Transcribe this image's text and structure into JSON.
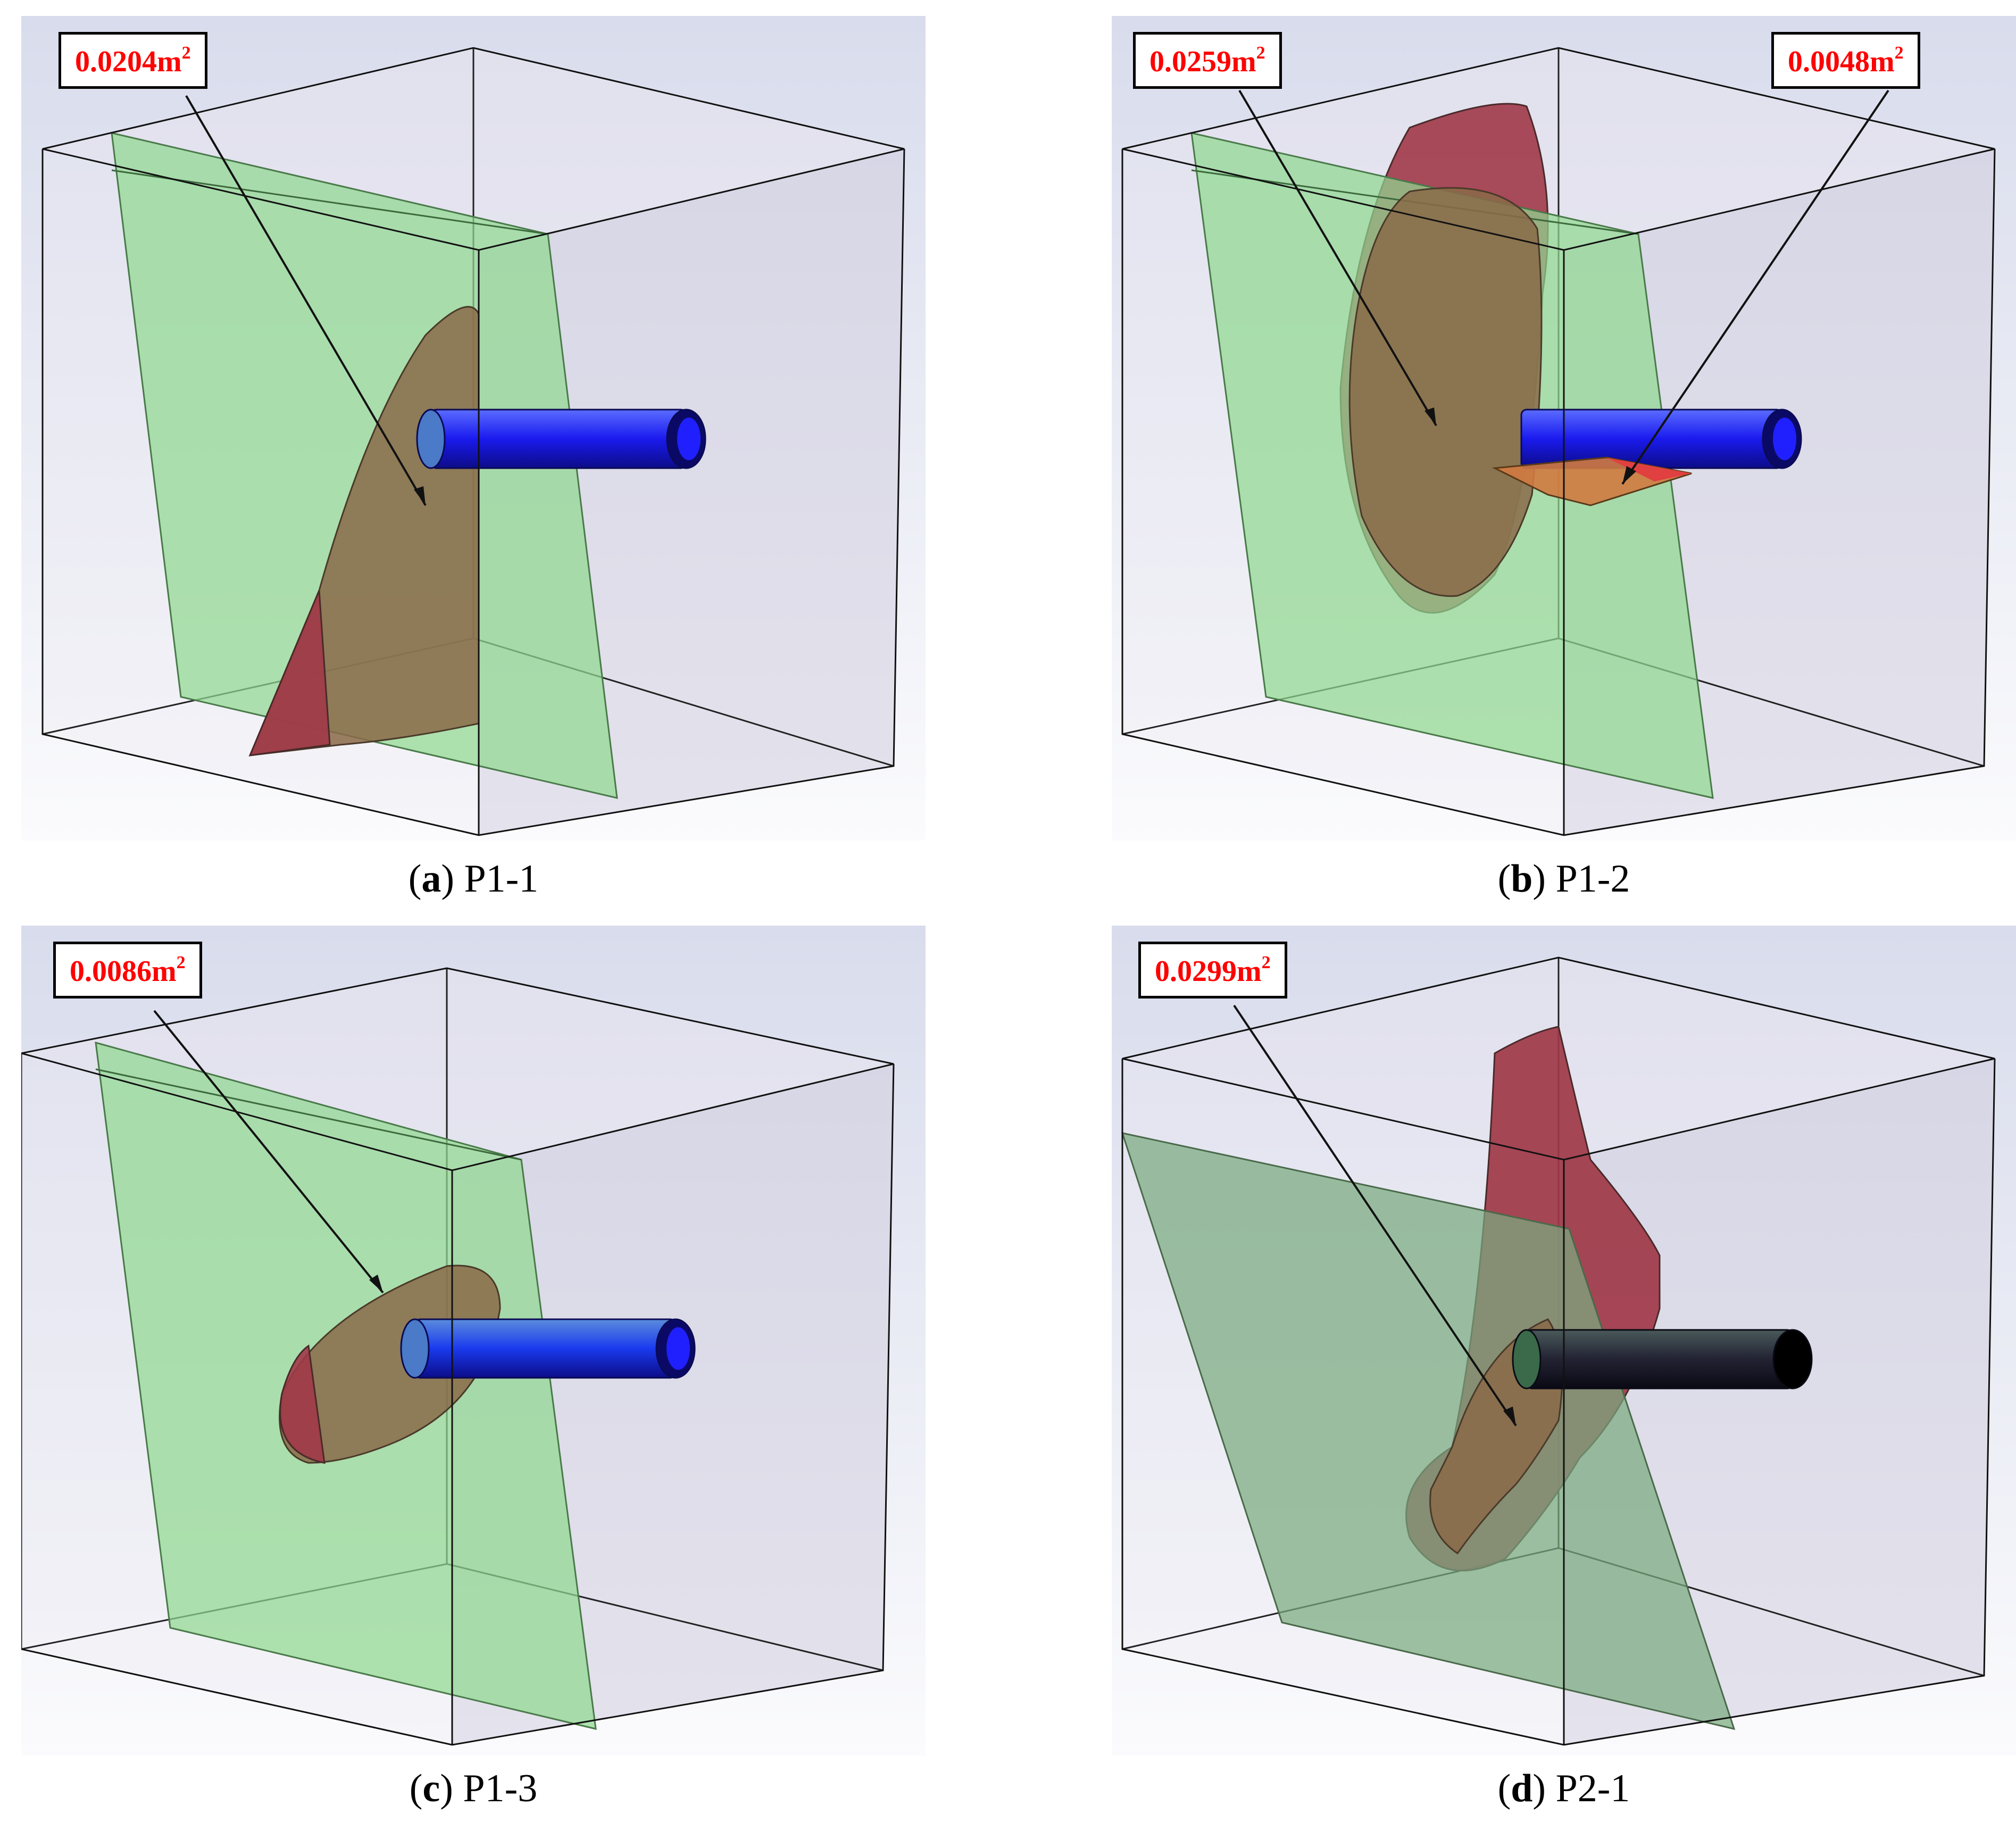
{
  "colors": {
    "plane": "#90d890",
    "fracture": "#a03848",
    "pipe": "#1a1aee",
    "pipe_dark": "#222233",
    "callout_text": "#ff0000",
    "background_top": "#d8dcec",
    "background_bottom": "#fbfbfd"
  },
  "panels": [
    {
      "id": "a",
      "area_value": "0.0204m",
      "area_exp": "2",
      "caption_letter": "a",
      "caption_text": "P1-1"
    },
    {
      "id": "b",
      "area_value": "0.0259m",
      "area_exp": "2",
      "area2_value": "0.0048m",
      "area2_exp": "2",
      "caption_letter": "b",
      "caption_text": "P1-2"
    },
    {
      "id": "c",
      "area_value": "0.0086m",
      "area_exp": "2",
      "caption_letter": "c",
      "caption_text": "P1-3"
    },
    {
      "id": "d",
      "area_value": "0.0299m",
      "area_exp": "2",
      "caption_letter": "d",
      "caption_text": "P2-1"
    }
  ]
}
